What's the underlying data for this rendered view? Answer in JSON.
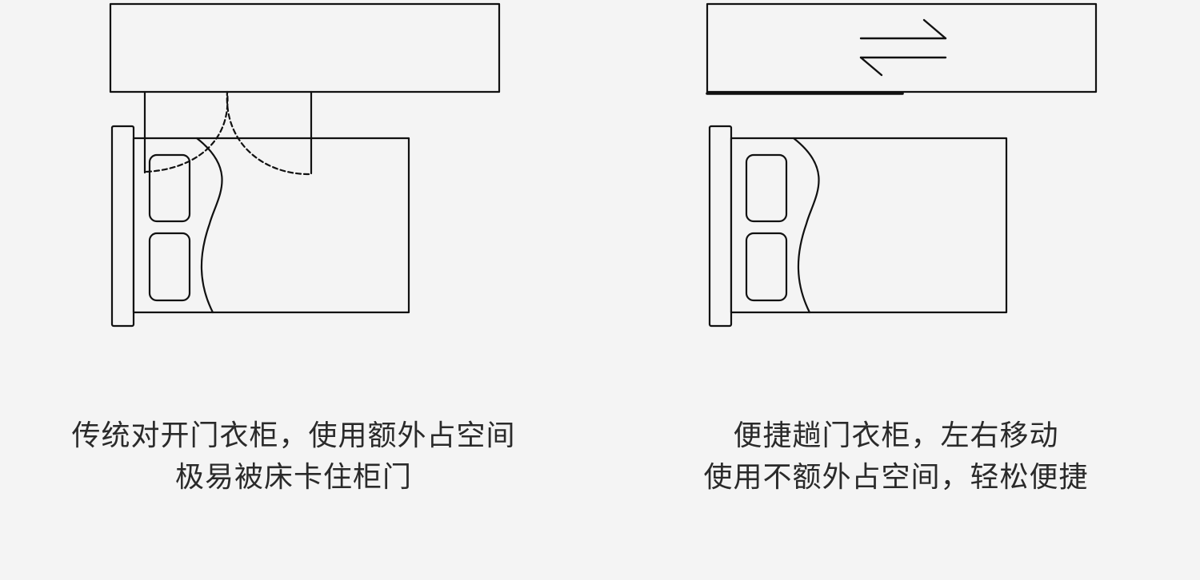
{
  "colors": {
    "background": "#f4f4f4",
    "line": "#111111",
    "text": "#2a2a2a"
  },
  "left_panel": {
    "caption_line1": "传统对开门衣柜，使用额外占空间",
    "caption_line2": "极易被床卡住柜门"
  },
  "right_panel": {
    "arrow_icon": "bidirectional-arrow-icon",
    "caption_line1": "便捷趟门衣柜，左右移动",
    "caption_line2": "使用不额外占空间，轻松便捷"
  }
}
